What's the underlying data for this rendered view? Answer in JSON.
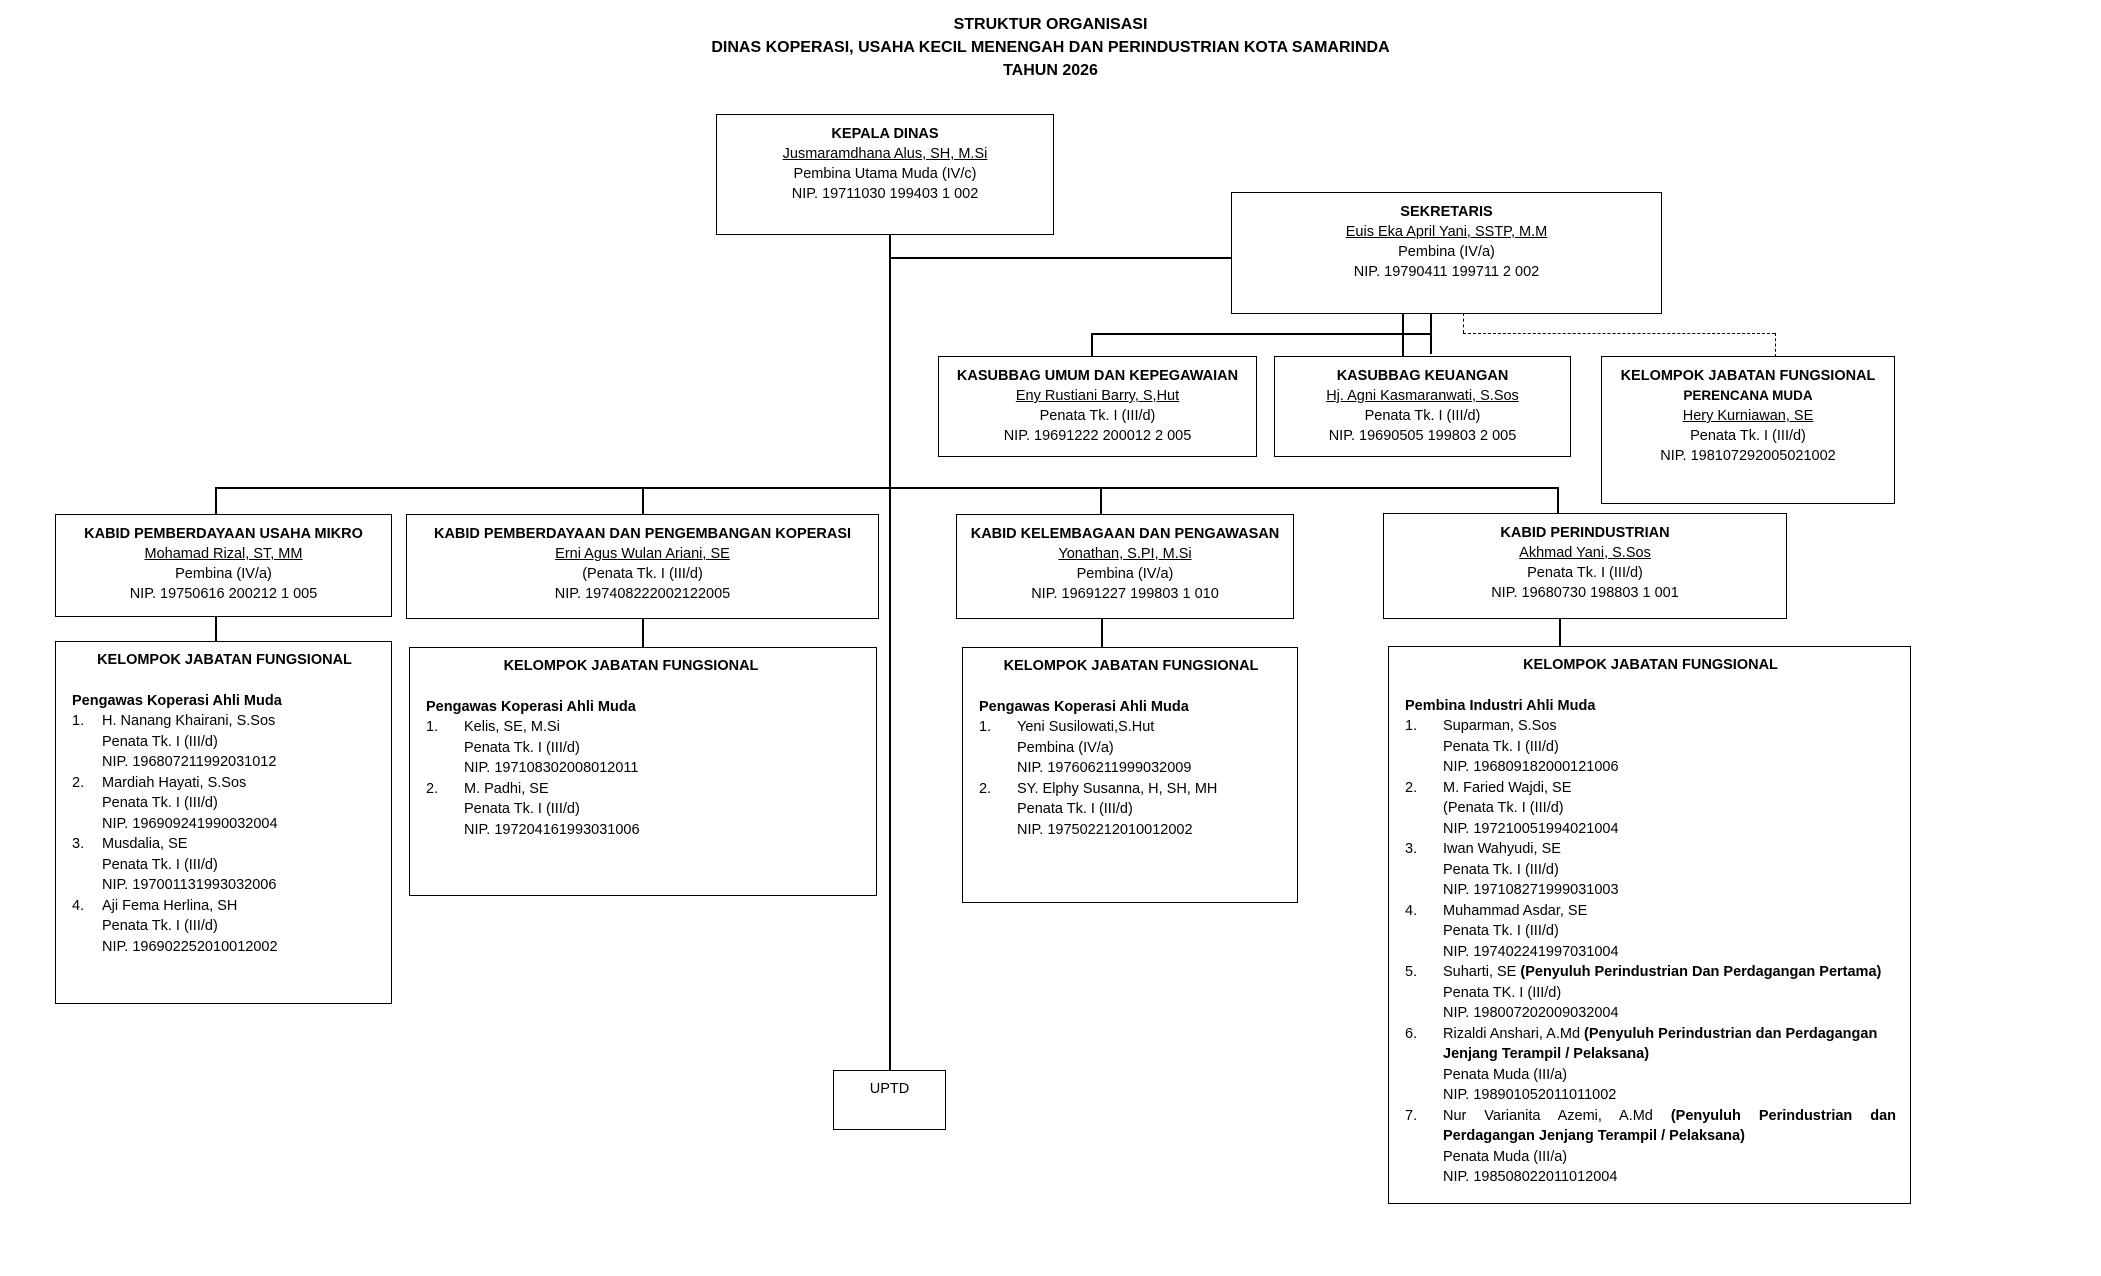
{
  "header": {
    "line1": "STRUKTUR ORGANISASI",
    "line2": "DINAS KOPERASI, USAHA KECIL MENENGAH DAN PERINDUSTRIAN KOTA SAMARINDA",
    "line3": "TAHUN 2026"
  },
  "kepala": {
    "title": "KEPALA DINAS",
    "name": "Jusmaramdhana Alus, SH, M.Si",
    "rank": "Pembina Utama Muda (IV/c)",
    "nip": "NIP. 19711030 199403 1 002"
  },
  "sekretaris": {
    "title": "SEKRETARIS",
    "name": "Euis Eka April Yani, SSTP, M.M",
    "rank": "Pembina (IV/a)",
    "nip": "NIP. 19790411 199711 2 002"
  },
  "kasubbag_umum": {
    "title": "KASUBBAG UMUM DAN KEPEGAWAIAN",
    "name": "Eny Rustiani Barry, S,Hut",
    "rank": "Penata Tk. I (III/d)",
    "nip": "NIP. 19691222 200012 2 005"
  },
  "kasubbag_keuangan": {
    "title": "KASUBBAG KEUANGAN",
    "name": "Hj. Agni Kasmaranwati, S.Sos",
    "rank": "Penata Tk. I (III/d)",
    "nip": "NIP. 19690505 199803 2 005"
  },
  "jf_perencana": {
    "title": "KELOMPOK JABATAN FUNGSIONAL",
    "subtitle": "PERENCANA MUDA",
    "name": "Hery Kurniawan, SE",
    "rank": "Penata Tk. I (III/d)",
    "nip": "NIP. 198107292005021002"
  },
  "kabid1": {
    "title": "KABID PEMBERDAYAAN USAHA MIKRO",
    "name": "Mohamad Rizal, ST, MM",
    "rank": "Pembina (IV/a)",
    "nip": "NIP. 19750616 200212 1 005"
  },
  "kabid2": {
    "title": "KABID PEMBERDAYAAN DAN PENGEMBANGAN KOPERASI",
    "name": "Erni Agus Wulan Ariani, SE",
    "rank": "(Penata Tk. I (III/d)",
    "nip": "NIP. 197408222002122005"
  },
  "kabid3": {
    "title": "KABID KELEMBAGAAN DAN PENGAWASAN",
    "name": "Yonathan, S.PI, M.Si",
    "rank": "Pembina (IV/a)",
    "nip": "NIP. 19691227 199803 1 010"
  },
  "kabid4": {
    "title": "KABID PERINDUSTRIAN",
    "name": "Akhmad Yani, S.Sos",
    "rank": "Penata Tk. I (III/d)",
    "nip": "NIP. 19680730 198803 1 001"
  },
  "jf1": {
    "title": "KELOMPOK JABATAN FUNGSIONAL",
    "group": "Pengawas Koperasi Ahli Muda",
    "members": [
      {
        "num": "1.",
        "name": "H. Nanang Khairani, S.Sos",
        "rank": "Penata Tk. I (III/d)",
        "nip": "NIP. 196807211992031012"
      },
      {
        "num": "2.",
        "name": "Mardiah Hayati, S.Sos",
        "rank": "Penata Tk. I (III/d)",
        "nip": "NIP. 196909241990032004"
      },
      {
        "num": "3.",
        "name": "Musdalia, SE",
        "rank": "Penata Tk. I (III/d)",
        "nip": "NIP. 197001131993032006"
      },
      {
        "num": "4.",
        "name": "Aji Fema Herlina, SH",
        "rank": "Penata Tk. I (III/d)",
        "nip": "NIP. 196902252010012002"
      }
    ]
  },
  "jf2": {
    "title": "KELOMPOK JABATAN FUNGSIONAL",
    "group": "Pengawas Koperasi Ahli Muda",
    "members": [
      {
        "num": "1.",
        "name": "Kelis, SE, M.Si",
        "rank": "Penata Tk. I (III/d)",
        "nip": "NIP. 197108302008012011"
      },
      {
        "num": "2.",
        "name": "M. Padhi, SE",
        "rank": "Penata Tk. I (III/d)",
        "nip": "NIP. 197204161993031006"
      }
    ]
  },
  "jf3": {
    "title": "KELOMPOK JABATAN FUNGSIONAL",
    "group": "Pengawas Koperasi Ahli Muda",
    "members": [
      {
        "num": "1.",
        "name": "Yeni Susilowati,S.Hut",
        "rank": "Pembina (IV/a)",
        "nip": "NIP. 197606211999032009"
      },
      {
        "num": "2.",
        "name": "SY. Elphy Susanna, H, SH, MH",
        "rank": "Penata Tk. I (III/d)",
        "nip": "NIP. 197502212010012002"
      }
    ]
  },
  "jf4": {
    "title": "KELOMPOK JABATAN FUNGSIONAL",
    "group": "Pembina Industri Ahli Muda",
    "members": [
      {
        "num": "1.",
        "name": "Suparman, S.Sos",
        "extra": "",
        "rank": "Penata Tk. I (III/d)",
        "nip": "NIP. 196809182000121006"
      },
      {
        "num": "2.",
        "name": "M. Faried Wajdi, SE",
        "extra": "",
        "rank": "(Penata Tk. I (III/d)",
        "nip": "NIP. 197210051994021004"
      },
      {
        "num": "3.",
        "name": "Iwan Wahyudi, SE",
        "extra": "",
        "rank": "Penata Tk. I (III/d)",
        "nip": "NIP. 197108271999031003"
      },
      {
        "num": "4.",
        "name": "Muhammad Asdar, SE",
        "extra": "",
        "rank": "Penata Tk. I (III/d)",
        "nip": "NIP. 197402241997031004"
      },
      {
        "num": "5.",
        "name": "Suharti, SE ",
        "extra": "(Penyuluh Perindustrian Dan Perdagangan Pertama)",
        "rank": "Penata TK. I (III/d)",
        "nip": "NIP. 198007202009032004"
      },
      {
        "num": "6.",
        "name": "Rizaldi Anshari, A.Md ",
        "extra": "(Penyuluh Perindustrian dan  Perdagangan Jenjang Terampil / Pelaksana)",
        "rank": "Penata Muda (III/a)",
        "nip": "NIP. 198901052011011002"
      },
      {
        "num": "7.",
        "name": "Nur Varianita Azemi, A.Md ",
        "extra": "(Penyuluh Perindustrian dan Perdagangan Jenjang Terampil / Pelaksana)",
        "rank": "Penata Muda (III/a)",
        "nip": "NIP. 198508022011012004"
      }
    ]
  },
  "uptd": {
    "label": "UPTD"
  }
}
